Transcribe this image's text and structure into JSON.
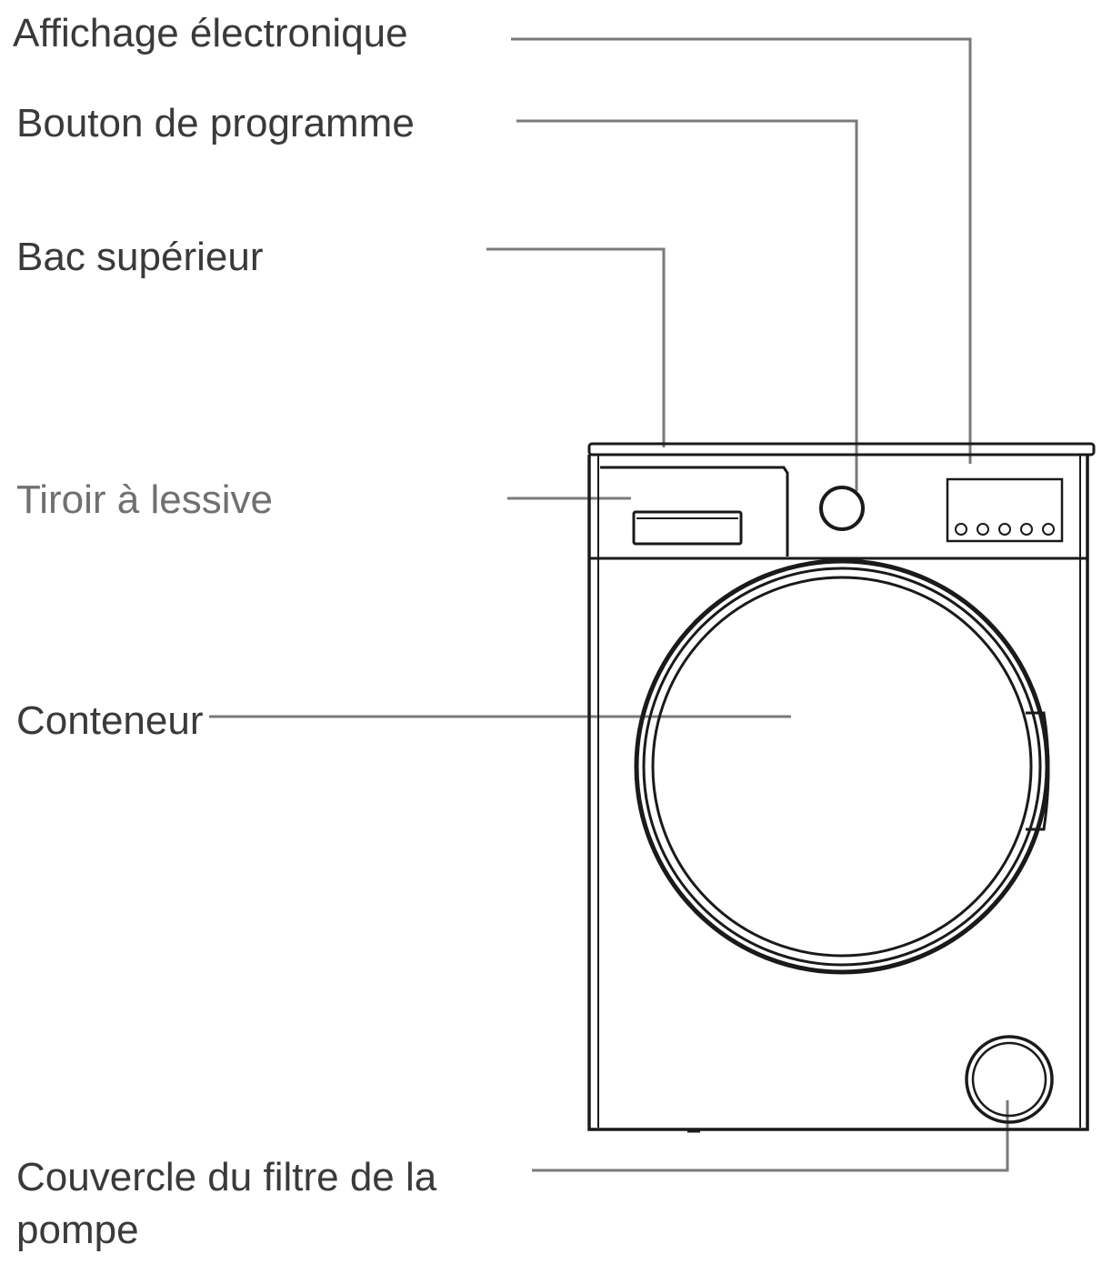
{
  "labels": {
    "display": "Affichage électronique",
    "program_knob": "Bouton de programme",
    "top_cover": "Bac supérieur",
    "detergent_drawer": "Tiroir à lessive",
    "drum": "Conteneur",
    "pump_filter_cover": "Couvercle du filtre de la pompe"
  },
  "colors": {
    "line": "#1a1a1a",
    "leader": "#7a7a7a",
    "text": "#3a3a3a"
  }
}
